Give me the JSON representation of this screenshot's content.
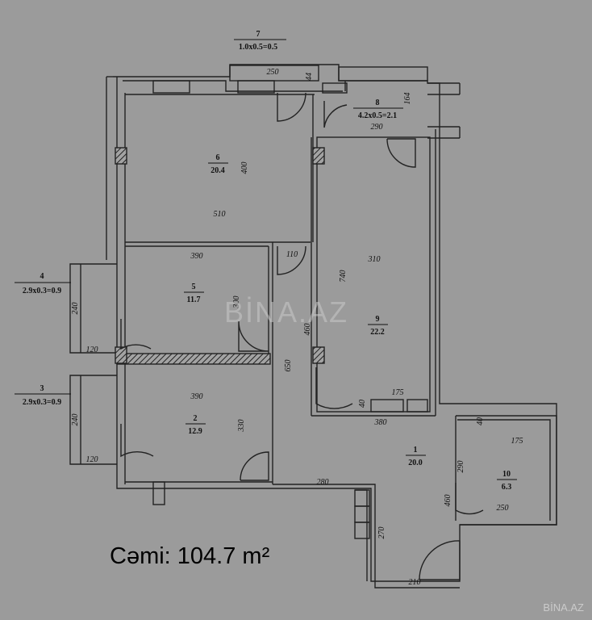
{
  "plan": {
    "rooms": [
      {
        "id": "r1",
        "number": "1",
        "area": "20.0"
      },
      {
        "id": "r2",
        "number": "2",
        "area": "12.9"
      },
      {
        "id": "r3",
        "number": "3",
        "area": "2.9x0.3=0.9"
      },
      {
        "id": "r4",
        "number": "4",
        "area": "2.9x0.3=0.9"
      },
      {
        "id": "r5",
        "number": "5",
        "area": "11.7"
      },
      {
        "id": "r6",
        "number": "6",
        "area": "20.4"
      },
      {
        "id": "r7",
        "number": "7",
        "area": "1.0x0.5=0.5"
      },
      {
        "id": "r8",
        "number": "8",
        "area": "4.2x0.5=2.1"
      },
      {
        "id": "r9",
        "number": "9",
        "area": "22.2"
      },
      {
        "id": "r10",
        "number": "10",
        "area": "6.3"
      }
    ],
    "dimensions": [
      "250",
      "44",
      "164",
      "290",
      "400",
      "510",
      "390",
      "110",
      "310",
      "740",
      "300",
      "460",
      "240",
      "120",
      "390",
      "650",
      "175",
      "40",
      "380",
      "240",
      "120",
      "330",
      "280",
      "290",
      "40",
      "175",
      "460",
      "250",
      "270",
      "210"
    ]
  },
  "total_area": "Cəmi: 104.7 m²",
  "watermark_center": "BİNA.AZ",
  "watermark_corner": "BİNA.AZ",
  "colors": {
    "background": "#9b9b9b",
    "wall": "#222222",
    "fill": "#a3a3a3"
  }
}
